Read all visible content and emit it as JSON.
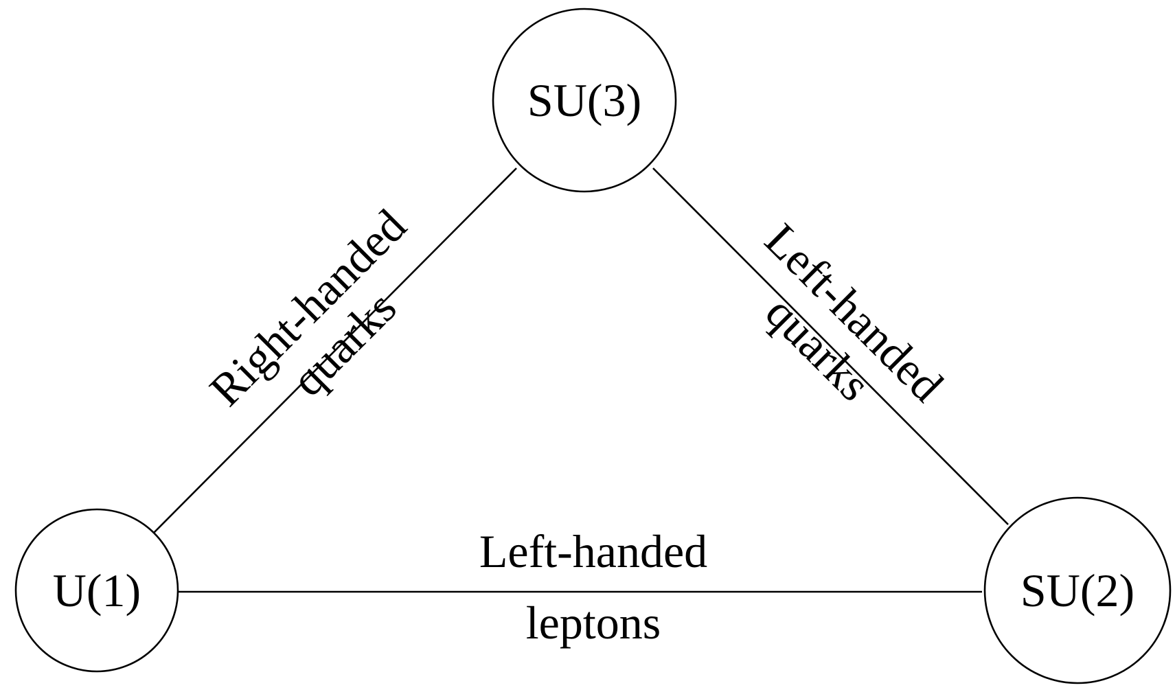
{
  "nodes": {
    "su3": {
      "label": "SU(3)"
    },
    "u1": {
      "label": "U(1)"
    },
    "su2": {
      "label": "SU(2)"
    }
  },
  "edges": {
    "su3_u1": {
      "line1": "Right-handed",
      "line2": "quarks"
    },
    "su3_su2": {
      "line1": "Left-handed",
      "line2": "quarks"
    },
    "u1_su2": {
      "line1": "Left-handed",
      "line2": "leptons"
    }
  },
  "colors": {
    "stroke": "#000000",
    "background": "#ffffff"
  }
}
